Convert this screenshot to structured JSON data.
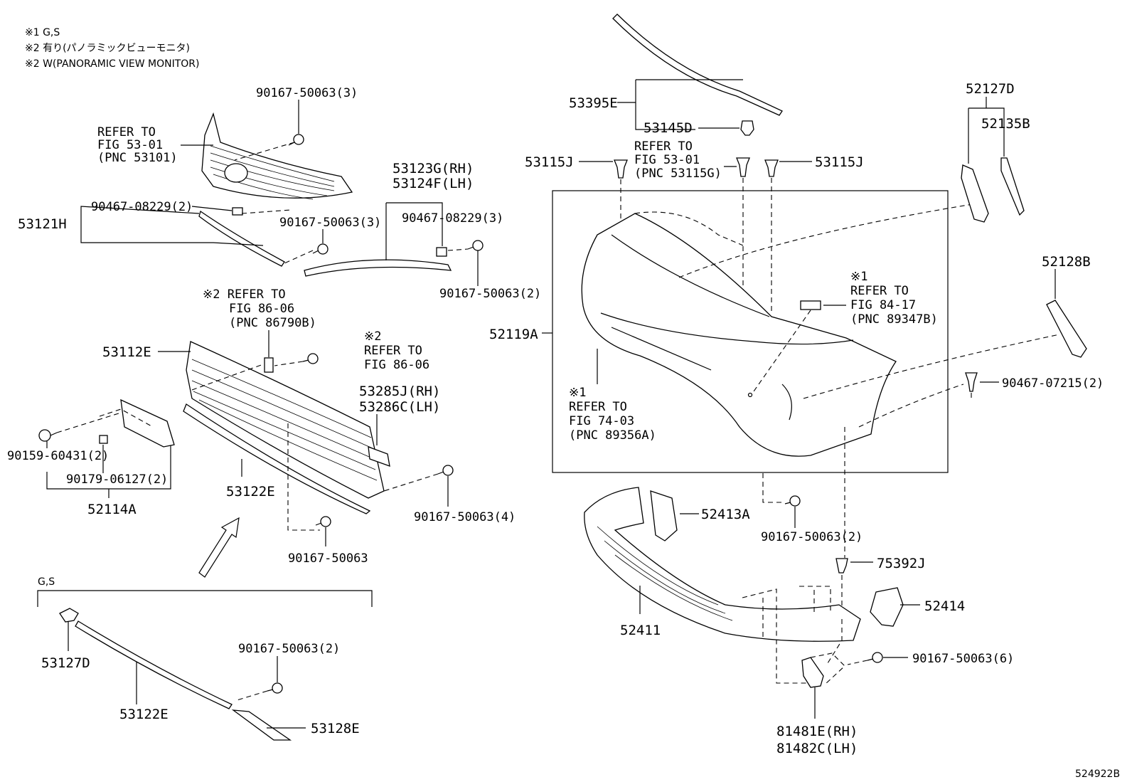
{
  "notes": [
    "※1 G,S",
    "※2 有り(パノラミックビューモニタ)",
    "※2 W(PANORAMIC VIEW MONITOR)"
  ],
  "figure_id": "524922B",
  "gs_bracket_label": "G,S",
  "labels": {
    "p_90167_50063_3a": "90167-50063(3)",
    "ref_53101_1": "REFER TO",
    "ref_53101_2": "FIG 53-01",
    "ref_53101_3": "(PNC 53101)",
    "p_90467_08229_2": "90467-08229(2)",
    "p_53121H": "53121H",
    "p_90167_50063_3b": "90167-50063(3)",
    "p_53123G": "53123G(RH)",
    "p_53124F": "53124F(LH)",
    "p_90467_08229_3": "90467-08229(3)",
    "p_90167_50063_2a": "90167-50063(2)",
    "ref_86790_1": "※2 REFER TO",
    "ref_86790_2": "FIG 86-06",
    "ref_86790_3": "(PNC 86790B)",
    "p_53112E": "53112E",
    "ref_8606_1": "※2",
    "ref_8606_2": "REFER TO",
    "ref_8606_3": "FIG 86-06",
    "p_53285J": "53285J(RH)",
    "p_53286C": "53286C(LH)",
    "p_90159_60431": "90159-60431(2)",
    "p_90179_06127": "90179-06127(2)",
    "p_52114A": "52114A",
    "p_53122E_a": "53122E",
    "p_90167_50063_4": "90167-50063(4)",
    "p_90167_50063_single": "90167-50063",
    "p_90167_50063_2b": "90167-50063(2)",
    "p_53127D": "53127D",
    "p_53122E_b": "53122E",
    "p_53128E": "53128E",
    "p_53395E": "53395E",
    "p_53145D": "53145D",
    "p_53115J_a": "53115J",
    "ref_53115G_1": "REFER TO",
    "ref_53115G_2": "FIG 53-01",
    "ref_53115G_3": "(PNC 53115G)",
    "p_53115J_b": "53115J",
    "p_52127D": "52127D",
    "p_52135B": "52135B",
    "p_52119A": "52119A",
    "ref_89347_1": "※1",
    "ref_89347_2": "REFER TO",
    "ref_89347_3": "FIG 84-17",
    "ref_89347_4": "(PNC 89347B)",
    "p_52128B": "52128B",
    "p_90467_07215": "90467-07215(2)",
    "ref_89356_1": "※1",
    "ref_89356_2": "REFER TO",
    "ref_89356_3": "FIG 74-03",
    "ref_89356_4": "(PNC 89356A)",
    "p_52413A": "52413A",
    "p_90167_50063_2c": "90167-50063(2)",
    "p_75392J": "75392J",
    "p_52414": "52414",
    "p_52411": "52411",
    "p_90167_50063_6": "90167-50063(6)",
    "p_81481E": "81481E(RH)",
    "p_81482C": "81482C(LH)"
  }
}
